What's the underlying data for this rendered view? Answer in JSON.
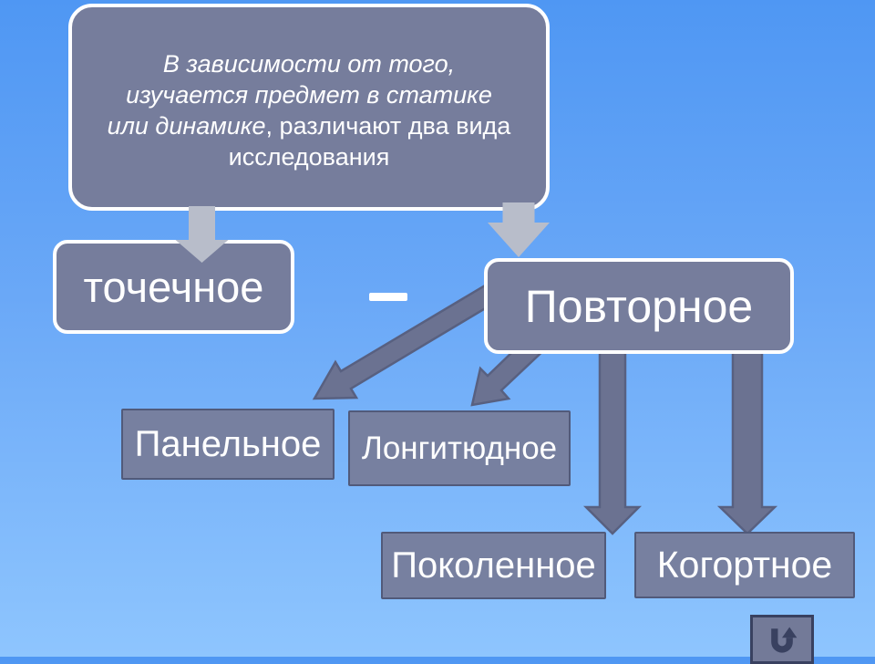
{
  "slide": {
    "intro_box": {
      "lines": [
        {
          "italic": "В зависимости от того,",
          "regular": ""
        },
        {
          "italic": "изучается предмет в статике",
          "regular": ""
        },
        {
          "italic": "или динамике",
          "regular": ", различают два вида"
        },
        {
          "italic": "",
          "regular": "исследования"
        }
      ]
    },
    "nodes": {
      "tochechnoe": "точечное",
      "povtornoe": "Повторное",
      "panelnoe": "Панельное",
      "longitudnoe": "Лонгитюдное",
      "pokolennoe": "Поколенное",
      "kogortnoe": "Когортное"
    },
    "dash": "—",
    "return_button": {
      "icon": "u-turn-up-arrow"
    }
  },
  "colors": {
    "background_top": "#4f97f3",
    "background_bottom": "#8ec5fe",
    "box_fill": "#767d9c",
    "box_border_white": "#ffffff",
    "sub_box_fill": "#7780a0",
    "sub_box_border": "#515a7a",
    "arrow_light": "#b8bdca",
    "arrow_dark_fill": "#6b7291",
    "arrow_dark_stroke": "#586080",
    "text_color": "#ffffff",
    "return_icon_color": "#394160"
  }
}
